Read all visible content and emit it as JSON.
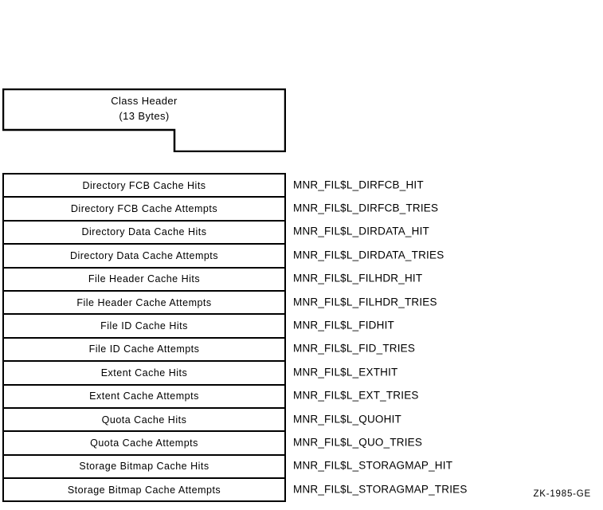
{
  "header_box": {
    "title": "Class Header",
    "subtitle": "(13 Bytes)"
  },
  "table": {
    "rows": [
      {
        "field": "Directory FCB Cache Hits",
        "symbol": "MNR_FIL$L_DIRFCB_HIT"
      },
      {
        "field": "Directory FCB Cache Attempts",
        "symbol": "MNR_FIL$L_DIRFCB_TRIES"
      },
      {
        "field": "Directory Data Cache Hits",
        "symbol": "MNR_FIL$L_DIRDATA_HIT"
      },
      {
        "field": "Directory Data Cache Attempts",
        "symbol": "MNR_FIL$L_DIRDATA_TRIES"
      },
      {
        "field": "File Header Cache Hits",
        "symbol": "MNR_FIL$L_FILHDR_HIT"
      },
      {
        "field": "File Header Cache Attempts",
        "symbol": "MNR_FIL$L_FILHDR_TRIES"
      },
      {
        "field": "File ID Cache Hits",
        "symbol": "MNR_FIL$L_FIDHIT"
      },
      {
        "field": "File ID Cache Attempts",
        "symbol": "MNR_FIL$L_FID_TRIES"
      },
      {
        "field": "Extent Cache Hits",
        "symbol": "MNR_FIL$L_EXTHIT"
      },
      {
        "field": "Extent Cache Attempts",
        "symbol": "MNR_FIL$L_EXT_TRIES"
      },
      {
        "field": "Quota Cache Hits",
        "symbol": "MNR_FIL$L_QUOHIT"
      },
      {
        "field": "Quota Cache Attempts",
        "symbol": "MNR_FIL$L_QUO_TRIES"
      },
      {
        "field": "Storage Bitmap Cache Hits",
        "symbol": "MNR_FIL$L_STORAGMAP_HIT"
      },
      {
        "field": "Storage Bitmap Cache Attempts",
        "symbol": "MNR_FIL$L_STORAGMAP_TRIES"
      }
    ]
  },
  "caption": {
    "text": "ZK-1985-GE"
  },
  "colors": {
    "line": "#000000",
    "background": "#ffffff",
    "text": "#000000"
  }
}
